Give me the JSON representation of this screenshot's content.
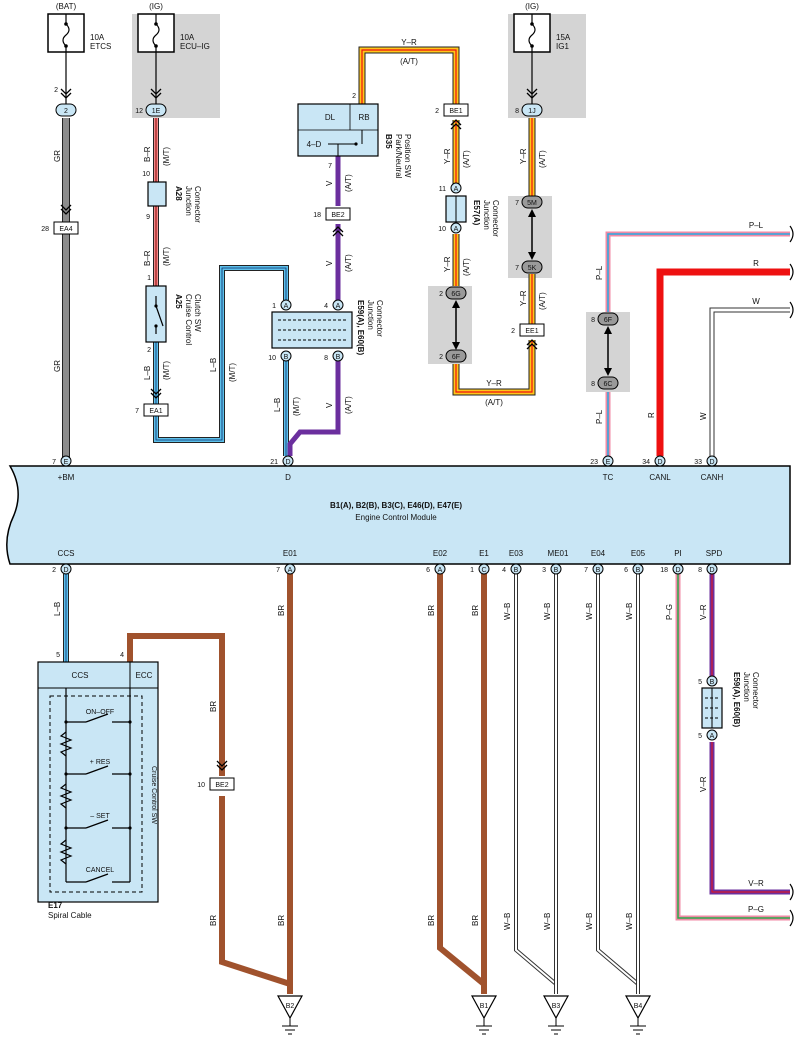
{
  "fuses": {
    "bat": {
      "source": "(BAT)",
      "rating": "10A",
      "name": "ETCS"
    },
    "ig1": {
      "source": "(IG)",
      "rating": "10A",
      "name": "ECU–IG"
    },
    "ig2": {
      "source": "(IG)",
      "rating": "15A",
      "name": "IG1"
    }
  },
  "wires": {
    "gr": "GR",
    "b_r": "B–R",
    "l_b": "L–B",
    "v": "V",
    "y_r": "Y–R",
    "p_l": "P–L",
    "r": "R",
    "w": "W",
    "br": "BR",
    "w_b": "W–B",
    "p_g": "P–G",
    "v_r": "V–R",
    "mt": "(M/T)",
    "at": "(A/T)"
  },
  "connectors": {
    "ea4": "EA4",
    "ea1": "EA1",
    "be2": "BE2",
    "be1": "BE1",
    "ee1": "EE1",
    "p1e": "1E",
    "p1j": "1J",
    "p5m": "5M",
    "p5k": "5K",
    "p6g": "6G",
    "p6f": "6F",
    "p6f2": "6F",
    "p6c": "6C",
    "p2": "2"
  },
  "components": {
    "a28": {
      "code": "A28",
      "line1": "Junction",
      "line2": "Connector"
    },
    "a25": {
      "code": "A25",
      "line1": "Cruise Control",
      "line2": "Clutch SW"
    },
    "b35": {
      "code": "B35",
      "line1": "Park/Neutral",
      "line2": "Position SW",
      "dl": "DL",
      "rb": "RB",
      "d4": "4–D"
    },
    "e59a": {
      "code": "E59(A), E60(B)",
      "line1": "Junction",
      "line2": "Connector"
    },
    "e57": {
      "code": "E57(A)",
      "line1": "Junction",
      "line2": "Connector"
    },
    "e59b": {
      "code": "E59(A), E60(B)",
      "line1": "Junction",
      "line2": "Connector"
    },
    "ecm": {
      "code": "B1(A), B2(B), B3(C), E46(D), E47(E)",
      "name": "Engine Control Module"
    },
    "e17": {
      "code": "E17",
      "name": "Spiral Cable",
      "sw": "Cruise Control SW",
      "ccs": "CCS",
      "ecc": "ECC",
      "on_off": "ON–OFF",
      "res": "+ RES",
      "set": "– SET",
      "cancel": "CANCEL"
    }
  },
  "ecm_top": {
    "bm": {
      "pin": "7",
      "letter": "E",
      "label": "+BM"
    },
    "d": {
      "pin": "21",
      "letter": "D",
      "label": "D"
    },
    "tc": {
      "pin": "23",
      "letter": "E",
      "label": "TC"
    },
    "canl": {
      "pin": "34",
      "letter": "D",
      "label": "CANL"
    },
    "canh": {
      "pin": "33",
      "letter": "D",
      "label": "CANH"
    }
  },
  "ecm_bottom": {
    "ccs": {
      "pin": "2",
      "letter": "D",
      "label": "CCS"
    },
    "e01": {
      "pin": "7",
      "letter": "A",
      "label": "E01"
    },
    "e02": {
      "pin": "6",
      "letter": "A",
      "label": "E02"
    },
    "e1": {
      "pin": "1",
      "letter": "C",
      "label": "E1"
    },
    "e03": {
      "pin": "4",
      "letter": "B",
      "label": "E03"
    },
    "me01": {
      "pin": "3",
      "letter": "B",
      "label": "ME01"
    },
    "e04": {
      "pin": "7",
      "letter": "B",
      "label": "E04"
    },
    "e05": {
      "pin": "6",
      "letter": "B",
      "label": "E05"
    },
    "pi": {
      "pin": "18",
      "letter": "D",
      "label": "PI"
    },
    "spd": {
      "pin": "8",
      "letter": "D",
      "label": "SPD"
    }
  },
  "grounds": {
    "b2": "B2",
    "b1": "B1",
    "b3": "B3",
    "b4": "B4"
  },
  "pins": {
    "n1": "1",
    "n2": "2",
    "n4": "4",
    "n5": "5",
    "n7": "7",
    "n8": "8",
    "n9": "9",
    "n10": "10",
    "n11": "11",
    "n12": "12",
    "n18": "18",
    "n28": "28",
    "la": "A",
    "lb": "B"
  },
  "colors": {
    "gr": "#8c8c8c",
    "br": "#a0522d",
    "red": "#ee1111",
    "purple": "#6b2f9e",
    "yellow": "#ffc51a",
    "pink": "#f08aa6",
    "blue": "#29a9e0",
    "module": "#c9e6f5",
    "shade": "#d4d4d4"
  }
}
